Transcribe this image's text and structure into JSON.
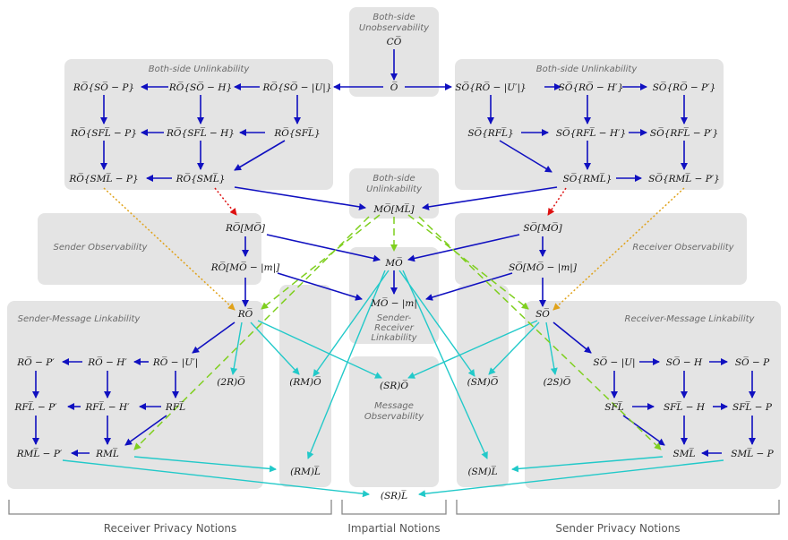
{
  "groups": {
    "both_unobs": [
      "Both-side",
      "Unobservability"
    ],
    "both_unlink_left": "Both-side Unlinkability",
    "both_unlink_right": "Both-side Unlinkability",
    "both_unlink_mid": [
      "Both-side",
      "Unlinkability"
    ],
    "sender_obs": "Sender Observability",
    "receiver_obs": "Receiver Observability",
    "sender_msg_link": "Sender-Message Linkability",
    "receiver_msg_link": "Receiver-Message Linkability",
    "sender_receiver_link": [
      "Sender-",
      "Receiver",
      "Linkability"
    ],
    "message_obs": [
      "Message",
      "Observability"
    ]
  },
  "nodes": {
    "CO": "CO̅",
    "O": "O̅",
    "RO_SO_P": "RO̅{SO̅ − P}",
    "RO_SO_H": "RO̅{SO̅ − H}",
    "RO_SO_U": "RO̅{SO̅ − |U|}",
    "RO_SFL_P": "RO̅{SFL̅ − P}",
    "RO_SFL_H": "RO̅{SFL̅ − H}",
    "RO_SFL": "RO̅{SFL̅}",
    "RO_SML_P": "RO̅{SML̅ − P}",
    "RO_SML": "RO̅{SML̅}",
    "SO_RO_U": "SO̅{RO̅ − |U′|}",
    "SO_RO_H": "SO̅{RO̅ − H′}",
    "SO_RO_P": "SO̅{RO̅ − P′}",
    "SO_RFL": "SO̅{RFL̅}",
    "SO_RFL_H": "SO̅{RFL̅ − H′}",
    "SO_RFL_P": "SO̅{RFL̅ − P′}",
    "SO_RML": "SO̅{RML̅}",
    "SO_RML_P": "SO̅{RML̅ − P′}",
    "MO_ML": "MO̅[ML̅]",
    "RO_MO": "RO̅[MO̅]",
    "SO_MO": "SO̅[MO̅]",
    "MO": "MO̅",
    "RO_MO_m": "RO̅[MO̅ − |m|]",
    "SO_MO_m": "SO̅[MO̅ − |m|]",
    "MO_m": "MO̅ − |m|",
    "RO": "RO̅",
    "SO": "SO̅",
    "RO_P": "RO̅ − P′",
    "RO_H": "RO̅ − H′",
    "RO_U": "RO̅ − |U′|",
    "RFL_P": "RFL̅ − P′",
    "RFL_H": "RFL̅ − H′",
    "RFL": "RFL̅",
    "RML_P": "RML̅ − P′",
    "RML": "RML̅",
    "R2_O": "(2R)O̅",
    "RM_O": "(RM)O̅",
    "SR_O": "(SR)O̅",
    "SM_O": "(SM)O̅",
    "S2_O": "(2S)O̅",
    "SO_U": "SO̅ − |U|",
    "SO_H": "SO̅ − H",
    "SO_P": "SO̅ − P",
    "SFL": "SFL̅",
    "SFL_H": "SFL̅ − H",
    "SFL_P": "SFL̅ − P",
    "SML": "SML̅",
    "SML_P": "SML̅ − P",
    "RM_L": "(RM)L̅",
    "SM_L": "(SM)L̅",
    "SR_L": "(SR)L̅"
  },
  "footer": {
    "receiver": "Receiver Privacy Notions",
    "impartial": "Impartial Notions",
    "sender": "Sender Privacy Notions"
  },
  "colors": {
    "box": "#e4e4e4",
    "blue": "#1010c0",
    "cyan": "#22c9c9",
    "red_dotted": "#d11",
    "orange_dotted": "#e0a21a",
    "green_dashed": "#7fcf1f",
    "bracket": "#888888"
  }
}
